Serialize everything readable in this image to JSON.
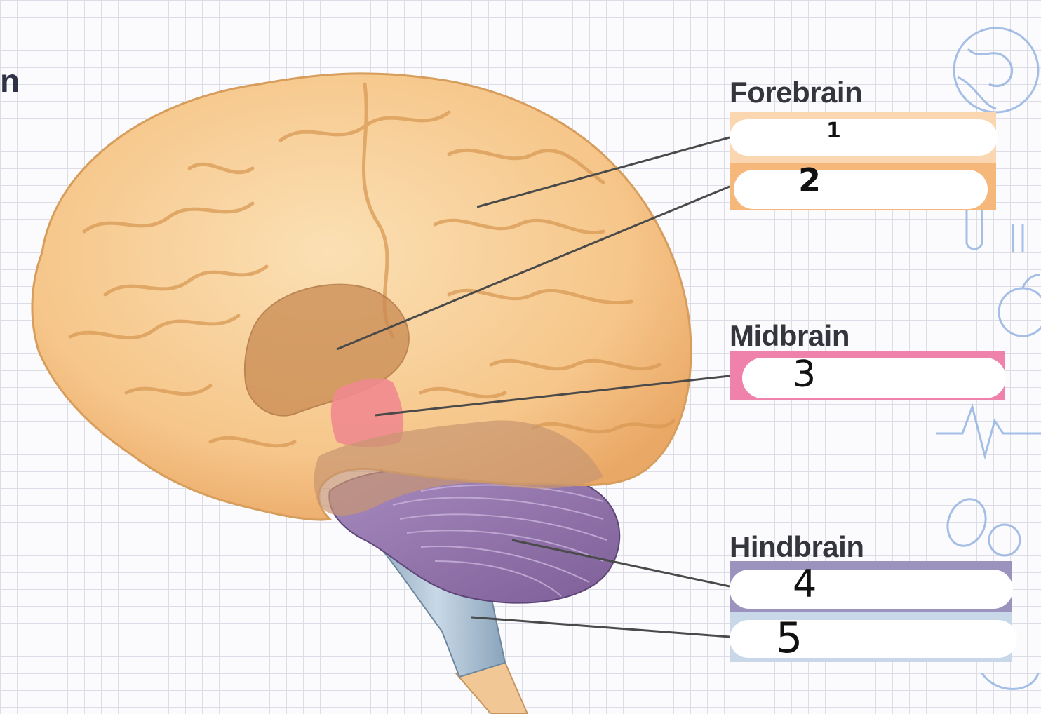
{
  "page": {
    "title_fragment": "n"
  },
  "groups": [
    {
      "id": "forebrain",
      "title": "Forebrain",
      "color": "#f6b77a",
      "light": "#fbd7b1"
    },
    {
      "id": "midbrain",
      "title": "Midbrain",
      "color": "#ee82aa"
    },
    {
      "id": "hindbrain",
      "title": "Hindbrain",
      "color": "#9b92bd",
      "light": "#c9d8e8"
    }
  ],
  "blanks": [
    {
      "number": "1",
      "group": "forebrain"
    },
    {
      "number": "2",
      "group": "forebrain"
    },
    {
      "number": "3",
      "group": "midbrain"
    },
    {
      "number": "4",
      "group": "hindbrain"
    },
    {
      "number": "5",
      "group": "hindbrain"
    }
  ],
  "colors": {
    "cerebrum": "#f7c98c",
    "gyri_shadow": "#d99a55",
    "limbic": "#c98a52",
    "thalamus": "#ef8a8e",
    "midbrain_region": "#c89570",
    "cerebellum": "#8f6fa8",
    "brainstem": "#a9bfd1",
    "spinal_cord": "#f2c796",
    "leader_line": "#4a4a4a"
  },
  "decor": [
    "globe-doodle",
    "test-tube-doodle",
    "apple-doodle",
    "heartbeat-doodle",
    "pill-doodle"
  ]
}
